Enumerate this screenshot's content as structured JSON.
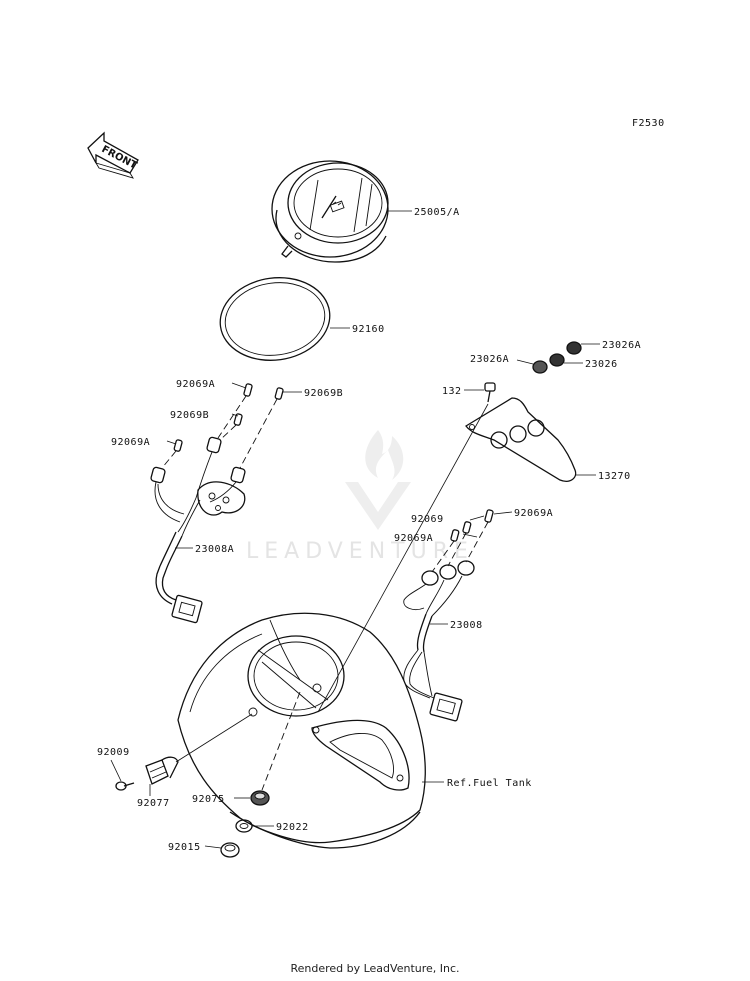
{
  "figure_code": "F2530",
  "front_arrow_text": "FRONT",
  "watermark_text": "LEADVENTURE",
  "footer": "Rendered by LeadVenture, Inc.",
  "callouts": {
    "meter": "25005/A",
    "ring": "92160",
    "lamp_l_1": "92069A",
    "lamp_l_2": "92069B",
    "lamp_l_3": "92069A",
    "lamp_l_4": "92069B",
    "harness_l": "23008A",
    "cap_1": "23026A",
    "cap_2": "23026A",
    "cap_3": "23026",
    "bolt": "132",
    "bracket": "13270",
    "lamp_r_1": "92069",
    "lamp_r_2": "92069A",
    "lamp_r_3": "92069A",
    "harness_r": "23008",
    "fuel_tank": "Ref.Fuel Tank",
    "screw": "92009",
    "switch": "92077",
    "grommet": "92075",
    "washer": "92022",
    "nut": "92015"
  }
}
